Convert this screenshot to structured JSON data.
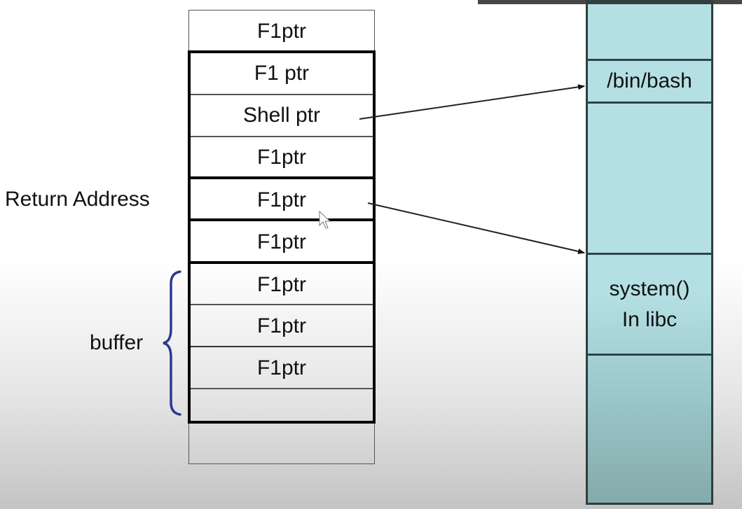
{
  "stack": {
    "cells": [
      {
        "label": "F1ptr"
      },
      {
        "label": "F1 ptr"
      },
      {
        "label": "Shell ptr"
      },
      {
        "label": "F1ptr"
      },
      {
        "label": "F1ptr"
      },
      {
        "label": "F1ptr"
      },
      {
        "label": "F1ptr"
      },
      {
        "label": "F1ptr"
      },
      {
        "label": "F1ptr"
      },
      {
        "label": ""
      },
      {
        "label": ""
      }
    ],
    "return_address_label": "Return Address",
    "buffer_label": "buffer"
  },
  "memory": {
    "bash_label": "/bin/bash",
    "system_label_line1": "system()",
    "system_label_line2": "In libc"
  },
  "arrows": [
    {
      "from": "Shell ptr",
      "to": "/bin/bash"
    },
    {
      "from": "F1ptr (return address)",
      "to": "system() In libc"
    }
  ],
  "colors": {
    "memory_fill": "#b4e0e4",
    "brace": "#2b3a8f",
    "frame_border": "#000000"
  }
}
